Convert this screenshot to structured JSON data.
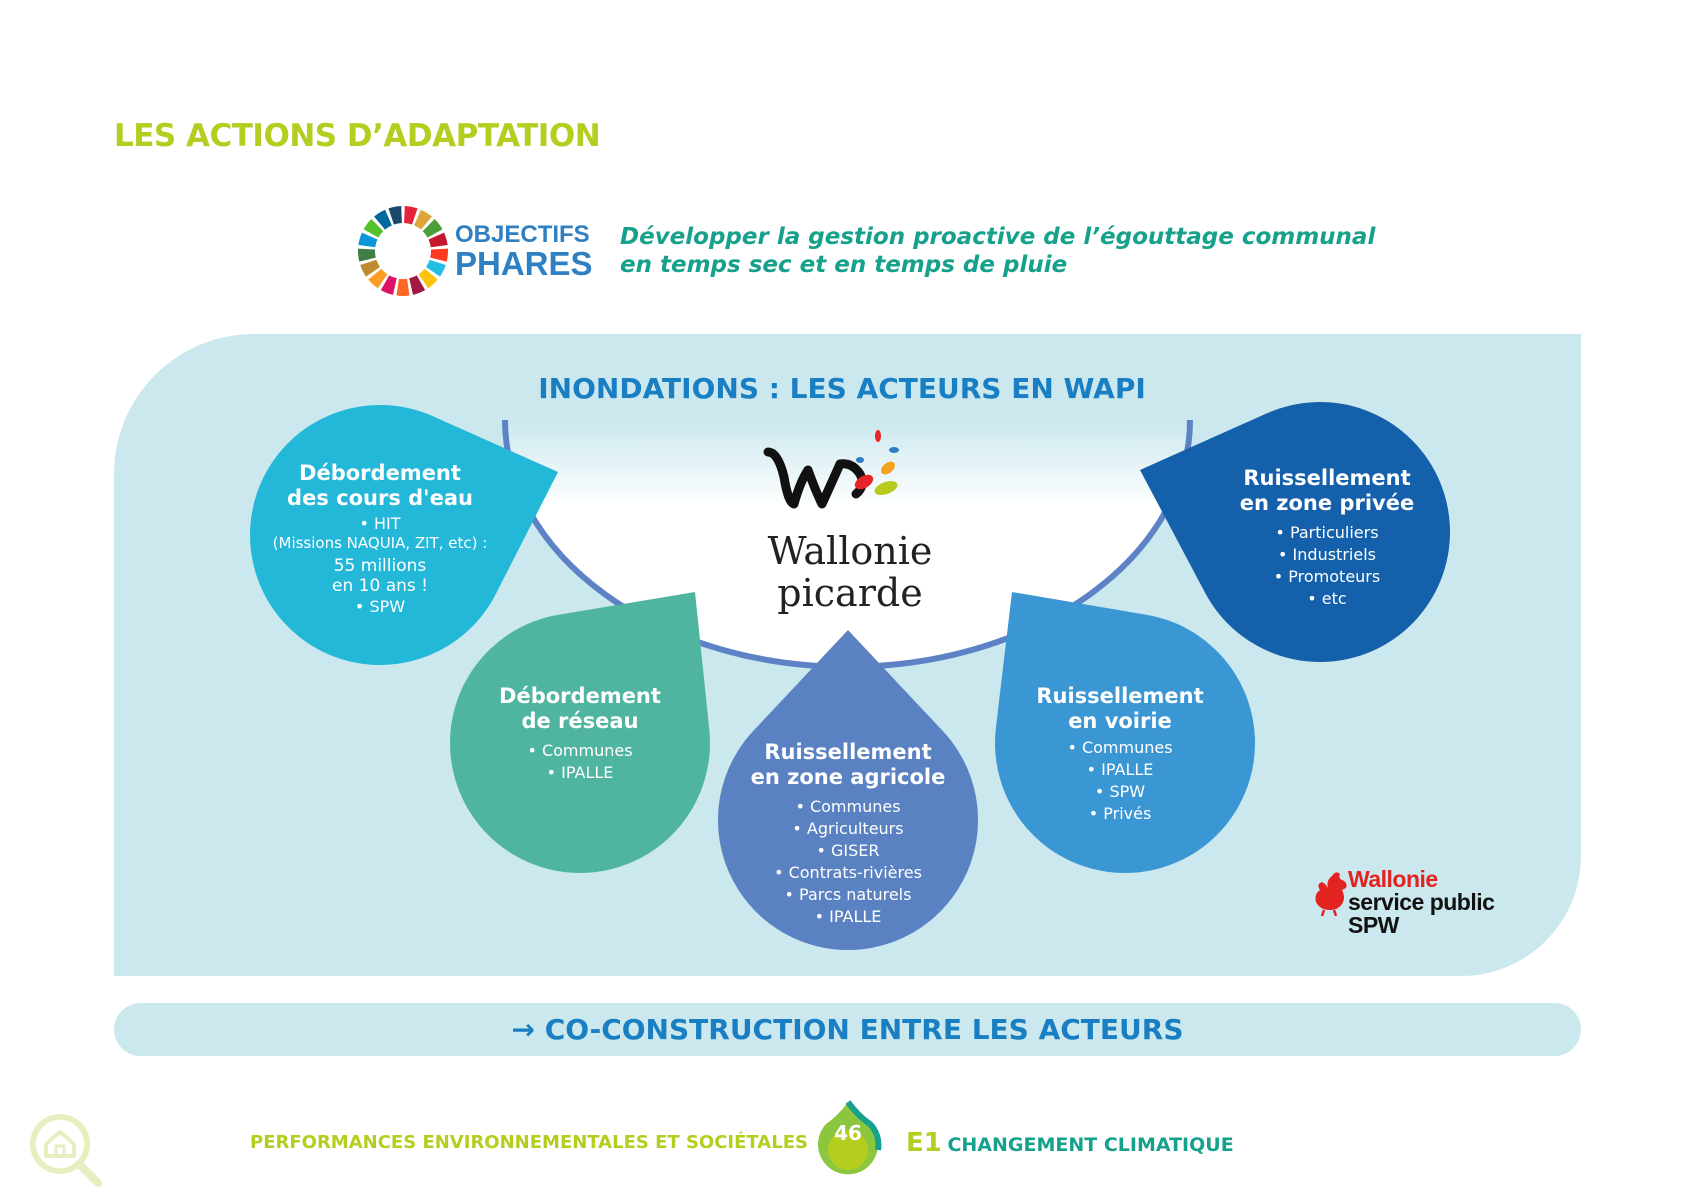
{
  "title": "LES ACTIONS D’ADAPTATION",
  "sdg_logo": {
    "line1": "OBJECTIFS",
    "line2": "PHARES",
    "colors": [
      "#e5243b",
      "#dda63a",
      "#4c9f38",
      "#c5192d",
      "#ff3a21",
      "#26bde2",
      "#fcc30b",
      "#a21942",
      "#fd6925",
      "#dd1367",
      "#fd9d24",
      "#bf8b2e",
      "#3f7e44",
      "#0a97d9",
      "#56c02b",
      "#00689d",
      "#19486a"
    ]
  },
  "objective": {
    "line1": "Développer la gestion proactive de l’égouttage communal",
    "line2": "en temps sec et en temps de pluie"
  },
  "panel_title": "INONDATIONS : LES ACTEURS EN WAPI",
  "center_logo": {
    "line1": "Wallonie",
    "line2": "picarde"
  },
  "drops": [
    {
      "title1": "Débordement",
      "title2": "des cours d'eau",
      "items": [
        "• HIT",
        "(Missions NAQUIA, ZIT, etc) :",
        "55 millions",
        "en 10 ans !",
        "• SPW"
      ],
      "color": "#23b7d8"
    },
    {
      "title1": "Débordement",
      "title2": "de réseau",
      "items": [
        "• Communes",
        "• IPALLE"
      ],
      "color": "#4fb5a0"
    },
    {
      "title1": "Ruissellement",
      "title2": "en zone agricole",
      "items": [
        "• Communes",
        "• Agriculteurs",
        "• GISER",
        "• Contrats-rivières",
        "• Parcs naturels",
        "• IPALLE"
      ],
      "color": "#5a81c2"
    },
    {
      "title1": "Ruissellement",
      "title2": "en voirie",
      "items": [
        "• Communes",
        "• IPALLE",
        "• SPW",
        "• Privés"
      ],
      "color": "#3b97d4"
    },
    {
      "title1": "Ruissellement",
      "title2": "en zone privée",
      "items": [
        "• Particuliers",
        "• Industriels",
        "• Promoteurs",
        "• etc"
      ],
      "color": "#1460ab"
    }
  ],
  "spw_logo": {
    "line1": "Wallonie",
    "line2": "service public",
    "line3": "SPW"
  },
  "bottom_bar": "→ CO-CONSTRUCTION ENTRE LES ACTEURS",
  "footer": {
    "left": "PERFORMANCES ENVIRONNEMENTALES ET SOCIÉTALES",
    "page": "46",
    "code": "E1",
    "section": "CHANGEMENT CLIMATIQUE"
  },
  "icons": {
    "bottom_left": "house-magnifier-icon",
    "rooster": "rooster-icon"
  }
}
